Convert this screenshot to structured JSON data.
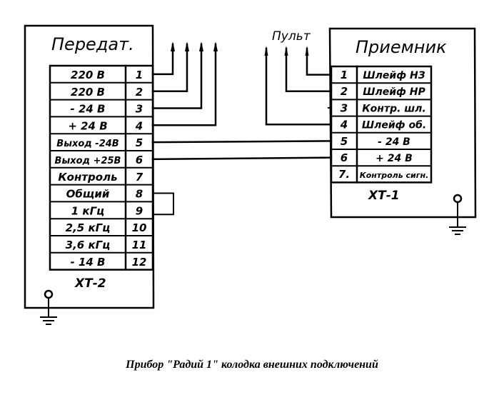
{
  "transmitter": {
    "title": "Передат.",
    "connector_label": "ХТ-2",
    "pins": [
      {
        "num": "1",
        "label": "220 В"
      },
      {
        "num": "2",
        "label": "220 В"
      },
      {
        "num": "3",
        "label": "- 24 В"
      },
      {
        "num": "4",
        "label": "+ 24 В"
      },
      {
        "num": "5",
        "label": "Выход -24В"
      },
      {
        "num": "6",
        "label": "Выход +25В"
      },
      {
        "num": "7",
        "label": "Контроль"
      },
      {
        "num": "8",
        "label": "Общий"
      },
      {
        "num": "9",
        "label": "1 кГц"
      },
      {
        "num": "10",
        "label": "2,5 кГц"
      },
      {
        "num": "11",
        "label": "3,6 кГц"
      },
      {
        "num": "12",
        "label": "- 14 В"
      }
    ],
    "external_outputs": [
      "1",
      "2",
      "3",
      "4"
    ],
    "jumper": [
      "8",
      "9"
    ]
  },
  "receiver": {
    "title": "Приемник",
    "connector_label": "ХТ-1",
    "pins": [
      {
        "num": "1",
        "label": "Шлейф НЗ"
      },
      {
        "num": "2",
        "label": "Шлейф НР"
      },
      {
        "num": "3",
        "label": "Контр. шл."
      },
      {
        "num": "4",
        "label": "Шлейф об."
      },
      {
        "num": "5",
        "label": "- 24 В"
      },
      {
        "num": "6",
        "label": "+ 24 В"
      },
      {
        "num": "7.",
        "label": "Контроль сигн."
      }
    ],
    "to_console": [
      "1",
      "2",
      "4"
    ]
  },
  "console_label": "Пульт",
  "connections": [
    {
      "from": "ХТ-2:5",
      "to": "ХТ-1:5"
    },
    {
      "from": "ХТ-2:6",
      "to": "ХТ-1:6"
    }
  ],
  "caption": "Прибор \"Радий 1\" колодка внешних подключений"
}
